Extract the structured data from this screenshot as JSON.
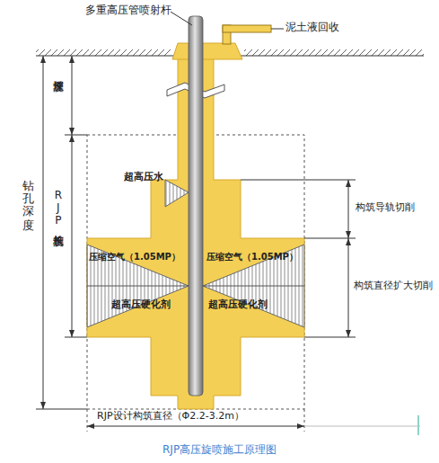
{
  "diagram": {
    "caption": "RJP高压旋喷施工原理图",
    "labels": [
      "多重高压管喷射杆",
      "泥土液回收",
      "埋深长度",
      "RJP构筑长度",
      "钻孔深度",
      "超高压水",
      "构筑导轨切削",
      "压缩空气（1.05MP）",
      "压缩空气（1.05MP）",
      "构筑直径扩大切削",
      "超高压硬化剂",
      "超高压硬化剂",
      "RJP设计构筑直径（Φ2.2-3.2m）"
    ]
  }
}
